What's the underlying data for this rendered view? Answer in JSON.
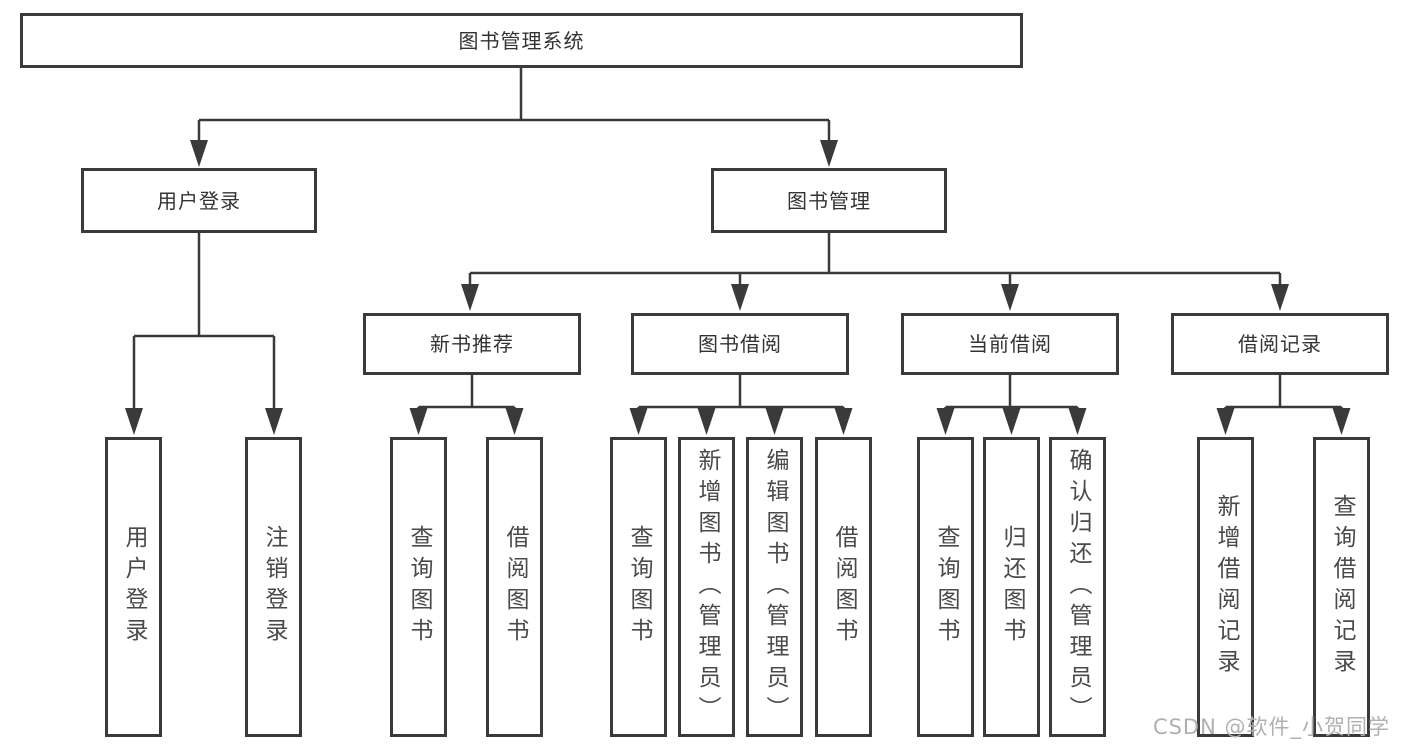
{
  "tree": {
    "label": "图书管理系统",
    "children": [
      {
        "label": "用户登录",
        "children": [
          {
            "label": "用户登录"
          },
          {
            "label": "注销登录"
          }
        ]
      },
      {
        "label": "图书管理",
        "children": [
          {
            "label": "新书推荐",
            "children": [
              {
                "label": "查询图书"
              },
              {
                "label": "借阅图书"
              }
            ]
          },
          {
            "label": "图书借阅",
            "children": [
              {
                "label": "查询图书"
              },
              {
                "label": "新增图书（管理员）"
              },
              {
                "label": "编辑图书（管理员）"
              },
              {
                "label": "借阅图书"
              }
            ]
          },
          {
            "label": "当前借阅",
            "children": [
              {
                "label": "查询图书"
              },
              {
                "label": "归还图书"
              },
              {
                "label": "确认归还（管理员）"
              }
            ]
          },
          {
            "label": "借阅记录",
            "children": [
              {
                "label": "新增借阅记录"
              },
              {
                "label": "查询借阅记录"
              }
            ]
          }
        ]
      }
    ]
  },
  "watermark": {
    "text": "CSDN @软件_小贺同学"
  },
  "colors": {
    "line": "#3a3a3a",
    "box_border": "#3a3a3a",
    "node_text": "#333333",
    "leaf_text": "#4a4a4a",
    "watermark": "#b0b0b0",
    "background": "#ffffff"
  }
}
